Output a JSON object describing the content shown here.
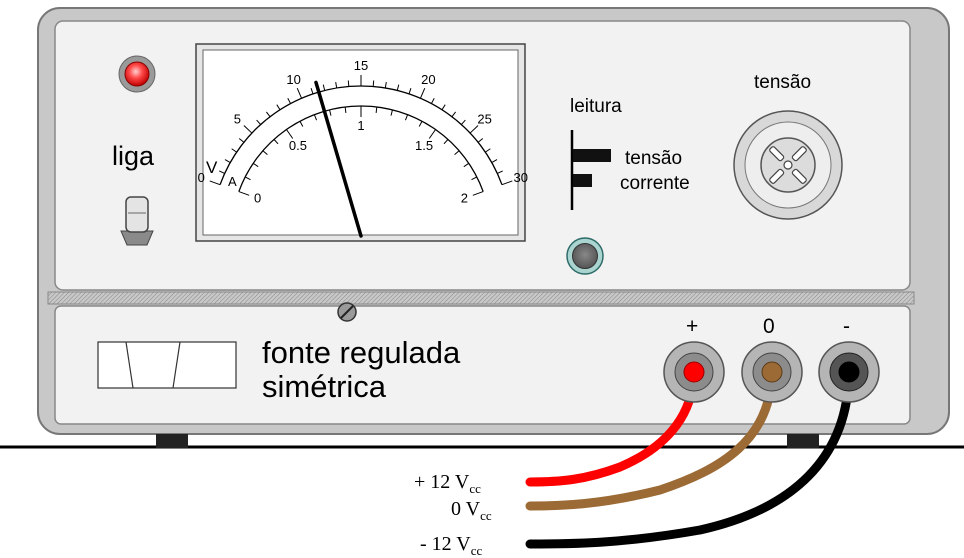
{
  "power": {
    "label": "liga"
  },
  "meter": {
    "v_label": "V",
    "a_label": "A",
    "v_scale": [
      "0",
      "5",
      "10",
      "15",
      "20",
      "25",
      "30"
    ],
    "a_scale": [
      "0",
      "0.5",
      "1",
      "1.5",
      "2"
    ],
    "needle_value_v": 11.5
  },
  "reading": {
    "title": "leitura",
    "option_voltage": "tensão",
    "option_current": "corrente"
  },
  "voltage_knob": {
    "label": "tensão"
  },
  "device": {
    "name_line1": "fonte regulada",
    "name_line2": "simétrica"
  },
  "terminals": [
    {
      "symbol": "+",
      "color": "#ff0000"
    },
    {
      "symbol": "0",
      "color": "#9b6a35"
    },
    {
      "symbol": "-",
      "color": "#000000"
    }
  ],
  "outputs": [
    {
      "prefix": "+ 12 V",
      "sub": "cc"
    },
    {
      "prefix": "0 V",
      "sub": "cc"
    },
    {
      "prefix": "- 12 V",
      "sub": "cc"
    }
  ]
}
